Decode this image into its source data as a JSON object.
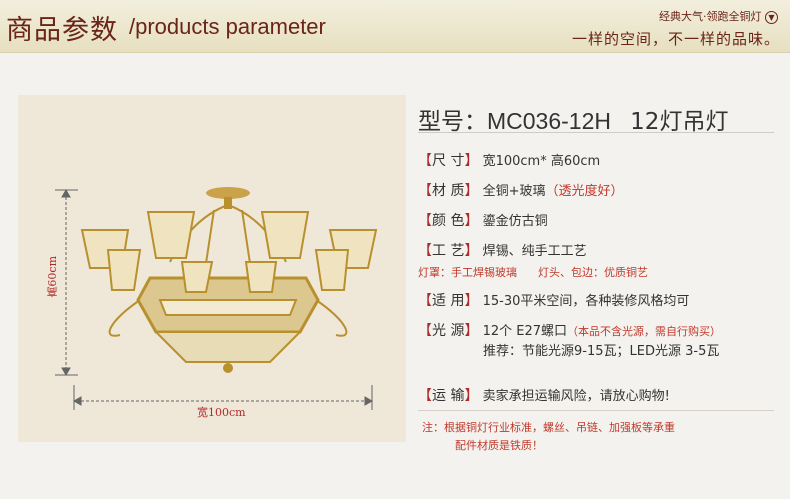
{
  "header": {
    "title_cn": "商品参数",
    "title_en": "/products parameter",
    "slogan_small": "经典大气·领跑全铜灯",
    "slogan_big": "一样的空间，不一样的品味。"
  },
  "image": {
    "dim_height": "高60cm",
    "dim_width": "宽100cm"
  },
  "model": {
    "label": "型号：",
    "code": "MC036-12H",
    "name": "12灯吊灯"
  },
  "specs": {
    "size": {
      "label": "尺 寸",
      "value": "宽100cm* 高60cm"
    },
    "material": {
      "label": "材 质",
      "value": "全铜+玻璃",
      "note": "（透光度好）"
    },
    "color": {
      "label": "颜 色",
      "value": "鎏金仿古铜"
    },
    "craft": {
      "label": "工 艺",
      "value": "焊锡、纯手工工艺",
      "note1": "灯罩：手工焊锡玻璃",
      "note2": "灯头、包边：优质铜艺"
    },
    "usage": {
      "label": "适 用",
      "value": "15-30平米空间，各种装修风格均可"
    },
    "light": {
      "label": "光 源",
      "value": "12个 E27螺口",
      "note": "（本品不含光源，需自行购买）",
      "recommend": "推荐：节能光源9-15瓦；LED光源 3-5瓦"
    },
    "shipping": {
      "label": "运 输",
      "value": "卖家承担运输风险，请放心购物!"
    }
  },
  "footnote": {
    "line1": "注：根据铜灯行业标准，螺丝、吊链、加强板等承重",
    "line2": "配件材质是铁质！"
  },
  "colors": {
    "accent": "#6a2418",
    "label_red": "#b02a2a",
    "note_red": "#c0392b",
    "gold": "#c9a24a"
  }
}
